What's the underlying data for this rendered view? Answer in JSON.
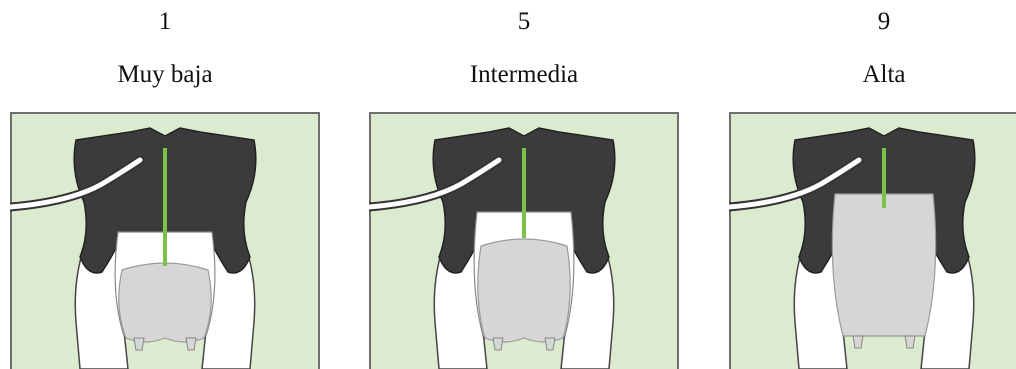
{
  "panels": [
    {
      "score": "1",
      "label": "Muy baja",
      "height_fraction": 1.0
    },
    {
      "score": "5",
      "label": "Intermedia",
      "height_fraction": 0.6
    },
    {
      "score": "9",
      "label": "Alta",
      "height_fraction": 0.38
    }
  ],
  "colors": {
    "background": "#dcebd0",
    "border": "#6f6f6f",
    "cow_black": "#3b3b3b",
    "cow_white": "#ffffff",
    "udder": "#d6d6d6",
    "tail": "#ffffff",
    "indicator": "#7cc24a"
  }
}
